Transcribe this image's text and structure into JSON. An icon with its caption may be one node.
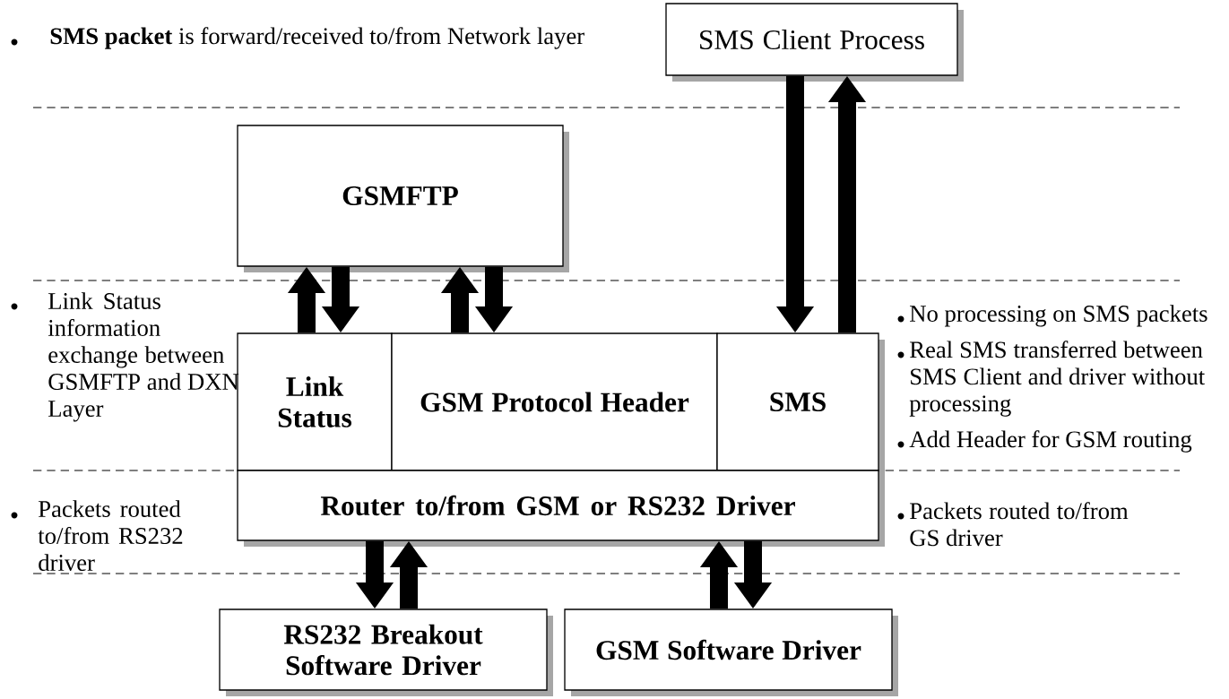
{
  "diagram": {
    "nodes": [
      {
        "text": [
          "SMS Client Process"
        ]
      },
      {
        "text": [
          "GSMFTP"
        ]
      },
      {
        "text": [
          "Link Status"
        ]
      },
      {
        "text": [
          "GSM Protocol Header"
        ]
      },
      {
        "text": [
          "SMS"
        ]
      },
      {
        "text": [
          "Router to/from GSM or RS232 Driver"
        ]
      },
      {
        "text": [
          "RS232 Breakout Software Driver"
        ]
      },
      {
        "text": [
          "GSM Software Driver"
        ]
      }
    ],
    "edges": [
      {
        "from": 0,
        "to": 4,
        "arrow": "to"
      },
      {
        "from": 4,
        "to": 0,
        "arrow": "to"
      },
      {
        "from": 2,
        "to": 1,
        "arrow": "to"
      },
      {
        "from": 1,
        "to": 2,
        "arrow": "to"
      },
      {
        "from": 3,
        "to": 1,
        "arrow": "to"
      },
      {
        "from": 1,
        "to": 3,
        "arrow": "to"
      },
      {
        "from": 5,
        "to": 6,
        "arrow": "to"
      },
      {
        "from": 6,
        "to": 5,
        "arrow": "to"
      },
      {
        "from": 7,
        "to": 5,
        "arrow": "to"
      },
      {
        "from": 5,
        "to": 7,
        "arrow": "to"
      }
    ],
    "labels": [
      "**SMS packet** is forward/received to/from Network layer",
      "Link Status information exchange between GSMFTP and DXN Layer",
      "No processing on SMS packets",
      "Real SMS transferred between SMS Client and driver without processing",
      "Add Header for GSM routing",
      "Packets routed to/from RS232 driver",
      "Packets routed to/from GS driver"
    ]
  }
}
